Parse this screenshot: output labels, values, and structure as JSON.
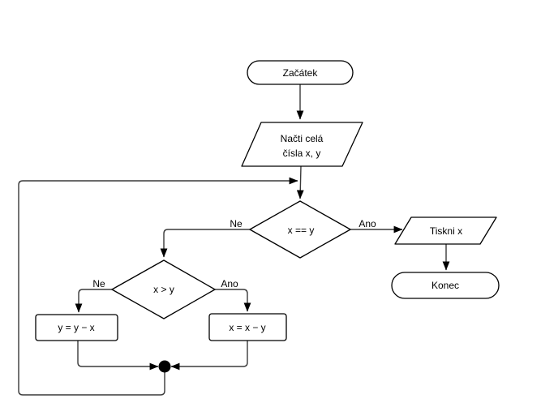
{
  "diagram": {
    "type": "flowchart",
    "nodes": {
      "start": {
        "shape": "terminator",
        "label": "Začátek"
      },
      "read_input": {
        "shape": "parallelogram-io",
        "label_line1": "Načti celá",
        "label_line2": "čísla x, y"
      },
      "decision_equal": {
        "shape": "decision-diamond",
        "label": "x == y"
      },
      "print_x": {
        "shape": "parallelogram-io",
        "label": "Tiskni x"
      },
      "end": {
        "shape": "terminator",
        "label": "Konec"
      },
      "decision_greater": {
        "shape": "decision-diamond",
        "label": "x > y"
      },
      "assign_y": {
        "shape": "process-rect",
        "label": "y = y − x"
      },
      "assign_x": {
        "shape": "process-rect",
        "label": "x = x − y"
      }
    },
    "edge_labels": {
      "equal_no": "Ne",
      "equal_yes": "Ano",
      "greater_no": "Ne",
      "greater_yes": "Ano"
    },
    "colors": {
      "background": "#ffffff",
      "shape_fill": "#ffffff",
      "shape_stroke": "#000000",
      "connector_stroke": "#3a3a3a",
      "arrowhead_fill": "#000000",
      "text": "#000000"
    }
  }
}
